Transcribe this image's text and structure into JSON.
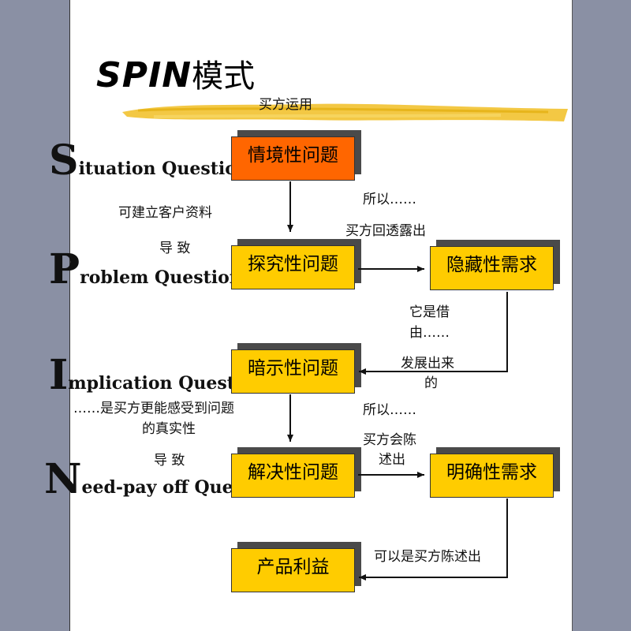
{
  "title": {
    "spin": "SPIN",
    "suffix": "模式"
  },
  "subtitle": "买方运用",
  "questions": [
    {
      "cap": "S",
      "rest": "ituation Question"
    },
    {
      "cap": "P",
      "rest": "roblem Question"
    },
    {
      "cap": "I",
      "rest": "mplication Question"
    },
    {
      "cap": "N",
      "rest": "eed-pay off Question"
    }
  ],
  "boxes": {
    "situation": "情境性问题",
    "problem": "探究性问题",
    "hidden_need": "隐藏性需求",
    "implication": "暗示性问题",
    "need_payoff": "解决性问题",
    "explicit_need": "明确性需求",
    "benefit": "产品利益"
  },
  "notes": {
    "build_profile": "可建立客户资料",
    "leads_to_1": "导 致",
    "so_1": "所以……",
    "buyer_reveals": "买方回透露出",
    "because_1": "它是借",
    "because_2": "由……",
    "developed_1": "发展出来",
    "developed_2": "的",
    "feel_1": "……是买方更能感受到问题",
    "feel_2": "的真实性",
    "leads_to_2": "导 致",
    "so_2": "所以……",
    "buyer_states_1": "买方会陈",
    "buyer_states_2": "述出",
    "can_state": "可以是买方陈述出"
  },
  "colors": {
    "box_fill": "#ffcc00",
    "situation_fill": "#ff6600",
    "brush": "#f2c230",
    "background": "#8a90a4"
  }
}
